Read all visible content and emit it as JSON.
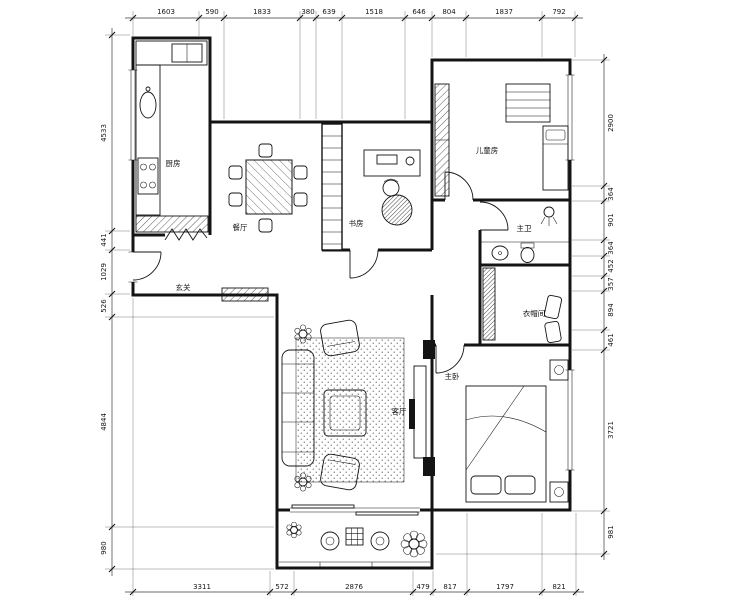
{
  "drawing": {
    "type": "residential-floor-plan",
    "colors": {
      "line": "#141414",
      "background": "#ffffff"
    },
    "dims": {
      "top": [
        "1603",
        "590",
        "1833",
        "380",
        "639",
        "1518",
        "646",
        "804",
        "1837",
        "792"
      ],
      "left": [
        "4533",
        "441",
        "1029",
        "526",
        "4844",
        "980"
      ],
      "right": [
        "2900",
        "364",
        "901",
        "364",
        "452",
        "357",
        "894",
        "461",
        "3721",
        "981"
      ],
      "bottom": [
        "3311",
        "572",
        "2876",
        "479",
        "817",
        "1797",
        "821"
      ]
    },
    "rooms": {
      "kitchen": "厨房",
      "dining": "餐厅",
      "study": "书房",
      "kids_room": "儿童房",
      "master_bath": "主卫",
      "cloakroom": "衣帽间",
      "master_bedroom": "主卧",
      "living": "客厅",
      "entry": "玄关"
    }
  }
}
